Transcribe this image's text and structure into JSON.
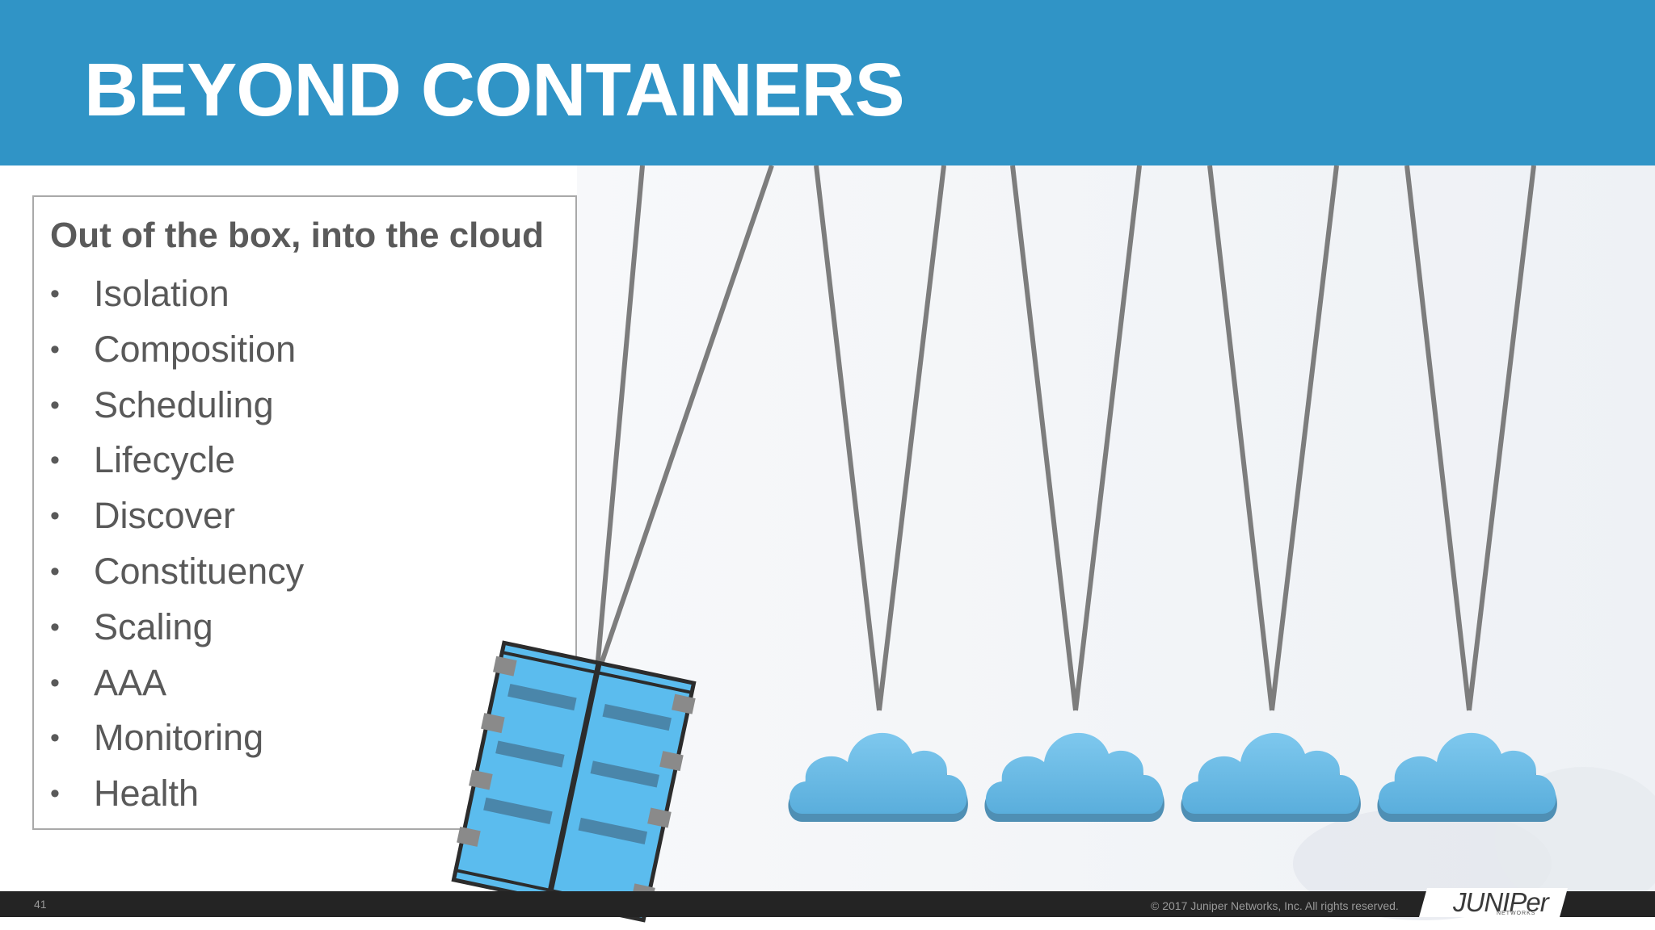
{
  "slide": {
    "title": "BEYOND CONTAINERS",
    "heading": "Out of the box, into the cloud",
    "bullet_symbol": "•",
    "bullets": [
      "Isolation",
      "Composition",
      "Scheduling",
      "Lifecycle",
      "Discover",
      "Constituency",
      "Scaling",
      "AAA",
      "Monitoring",
      "Health"
    ],
    "page_number": "41",
    "copyright": "© 2017 Juniper Networks, Inc. All rights reserved.",
    "logo": {
      "name": "JUNIPer",
      "sub": "NETWORKS"
    }
  },
  "colors": {
    "header": "#3094c6",
    "cloud": "#6ab8e4",
    "server": "#5bbcee",
    "string": "#7d7d7d",
    "footer": "#242424"
  },
  "icons": [
    "cloud-icon",
    "server-container-icon"
  ]
}
